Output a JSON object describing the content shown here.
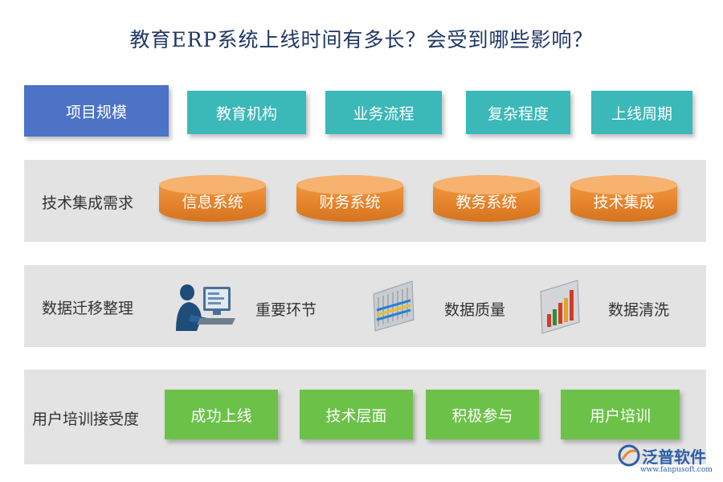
{
  "title": "教育ERP系统上线时间有多长？会受到哪些影响？",
  "row1": {
    "label": "项目规模",
    "items": [
      "教育机构",
      "业务流程",
      "复杂程度",
      "上线周期"
    ]
  },
  "row2": {
    "label": "技术集成需求",
    "items": [
      "信息系统",
      "财务系统",
      "教务系统",
      "技术集成"
    ]
  },
  "row3": {
    "label": "数据迁移整理",
    "items": [
      "重要环节",
      "数据质量",
      "数据清洗"
    ]
  },
  "row4": {
    "label": "用户培训接受度",
    "items": [
      "成功上线",
      "技术层面",
      "积极参与",
      "用户培训"
    ]
  },
  "logo": {
    "name": "泛普软件",
    "url": "www.fanpusoft.com"
  },
  "colors": {
    "blue": "#4d73c7",
    "teal": "#3bb8b8",
    "orange": "#e8862e",
    "green": "#6cc248",
    "band": "#e3e3e3"
  }
}
